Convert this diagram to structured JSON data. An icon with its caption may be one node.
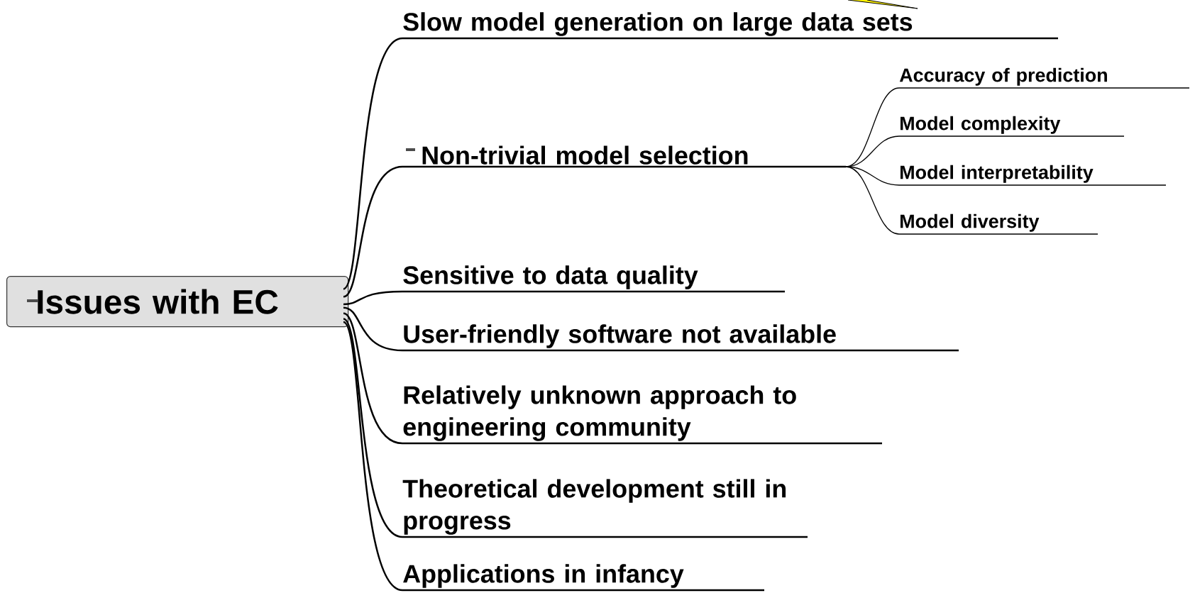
{
  "diagram": {
    "nodes": [
      {
        "text": [
          "Issues with EC"
        ]
      },
      {
        "text": [
          "Slow model generation on large data sets"
        ]
      },
      {
        "text": [
          "Non-trivial model selection"
        ]
      },
      {
        "text": [
          "Accuracy of prediction"
        ]
      },
      {
        "text": [
          "Model complexity"
        ]
      },
      {
        "text": [
          "Model interpretability"
        ]
      },
      {
        "text": [
          "Model diversity"
        ]
      },
      {
        "text": [
          "Sensitive to data quality"
        ]
      },
      {
        "text": [
          "User-friendly software not available"
        ]
      },
      {
        "text": [
          "Relatively unknown approach to engineering community"
        ]
      },
      {
        "text": [
          "Theoretical development still in progress"
        ]
      },
      {
        "text": [
          "Applications in infancy"
        ]
      }
    ],
    "edges": [
      {
        "from": 0,
        "to": 1,
        "arrow": "none"
      },
      {
        "from": 0,
        "to": 2,
        "arrow": "none"
      },
      {
        "from": 2,
        "to": 3,
        "arrow": "none"
      },
      {
        "from": 2,
        "to": 4,
        "arrow": "none"
      },
      {
        "from": 2,
        "to": 5,
        "arrow": "none"
      },
      {
        "from": 2,
        "to": 6,
        "arrow": "none"
      },
      {
        "from": 0,
        "to": 7,
        "arrow": "none"
      },
      {
        "from": 0,
        "to": 8,
        "arrow": "none"
      },
      {
        "from": 0,
        "to": 9,
        "arrow": "none"
      },
      {
        "from": 0,
        "to": 10,
        "arrow": "none"
      },
      {
        "from": 0,
        "to": 11,
        "arrow": "none"
      }
    ]
  }
}
